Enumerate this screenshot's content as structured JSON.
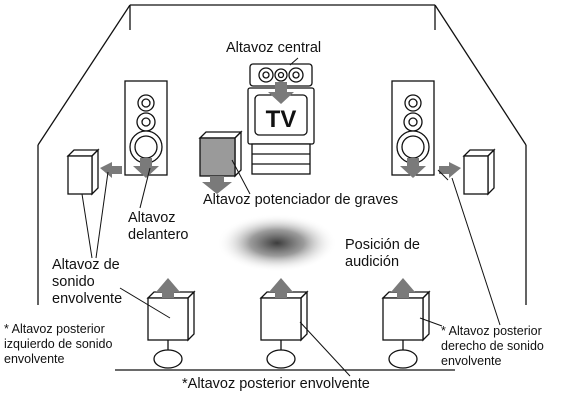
{
  "labels": {
    "center_speaker": "Altavoz central",
    "tv": "TV",
    "subwoofer": "Altavoz potenciador de graves",
    "front_speaker": [
      "Altavoz",
      "delantero"
    ],
    "listening_position": [
      "Posición de",
      "audición"
    ],
    "surround_speaker": [
      "Altavoz de",
      "sonido",
      "envolvente"
    ],
    "surround_back_left": [
      "* Altavoz posterior",
      "izquierdo de sonido",
      "envolvente"
    ],
    "surround_back_right": [
      "* Altavoz posterior",
      "derecho de sonido",
      "envolvente"
    ],
    "surround_back": "*Altavoz posterior envolvente"
  },
  "colors": {
    "line": "#111111",
    "arrow": "#7a7a7a",
    "subwoofer_fill": "#9a9a9a",
    "listening_glow": "#555555"
  }
}
